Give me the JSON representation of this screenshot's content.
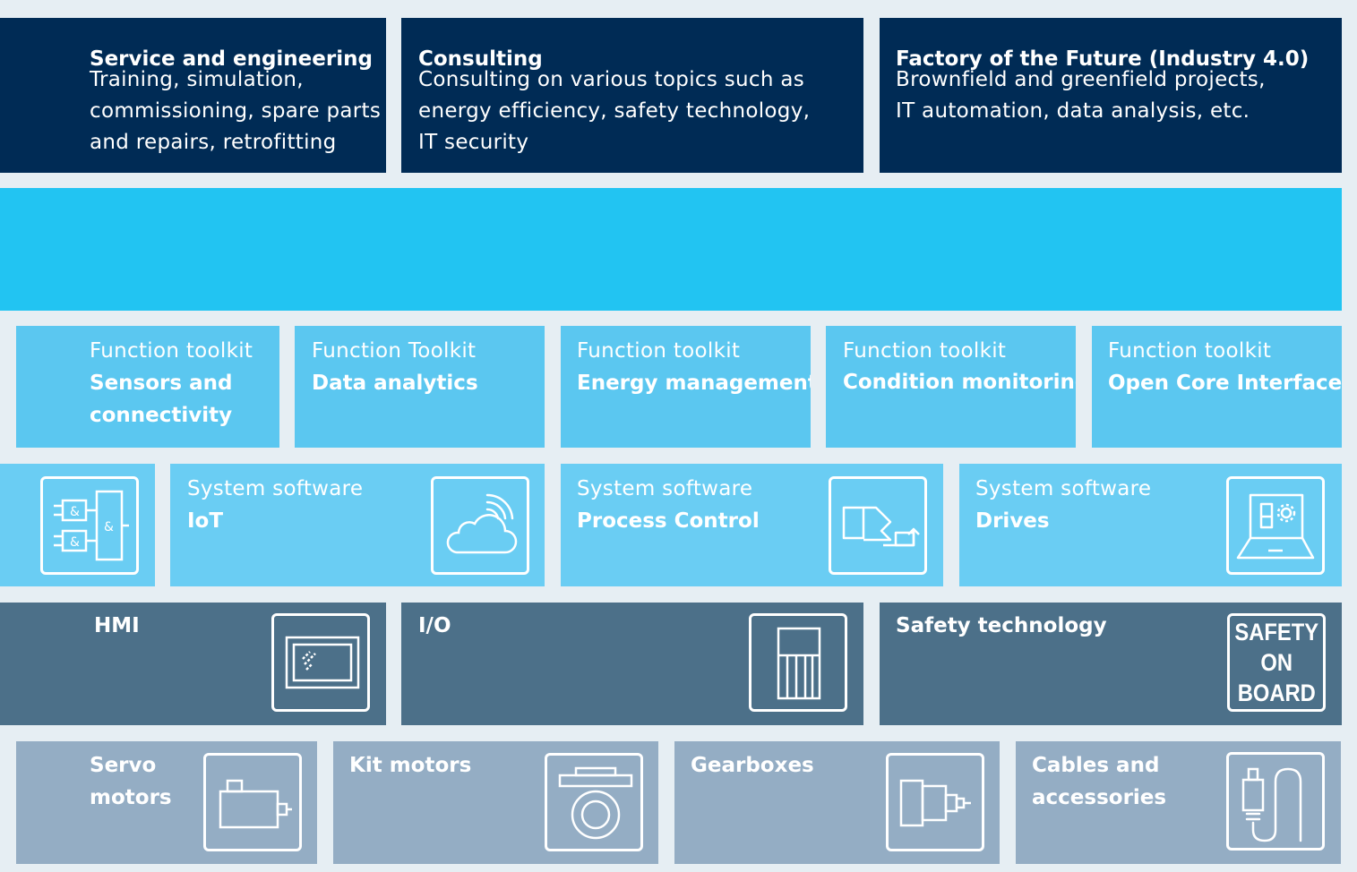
{
  "services": [
    {
      "title": "Service and engineering",
      "lines": [
        "Training, simulation,",
        "commissioning, spare parts",
        "and repairs, retrofitting"
      ]
    },
    {
      "title": "Consulting",
      "lines": [
        "Consulting on various topics such as",
        "energy efficiency, safety technology,",
        "IT security"
      ]
    },
    {
      "title": "Factory of the Future (Industry 4.0)",
      "lines": [
        "Brownfield and greenfield projects,",
        "IT automation, data analysis, etc."
      ]
    }
  ],
  "toolkits": [
    {
      "label": "Function toolkit",
      "name_lines": [
        "Sensors and",
        "connectivity"
      ]
    },
    {
      "label": "Function Toolkit",
      "name_lines": [
        "Data analytics"
      ]
    },
    {
      "label": "Function toolkit",
      "name_lines": [
        "Energy management"
      ]
    },
    {
      "label": "Function toolkit",
      "name_lines": [
        "Condition monitoring"
      ]
    },
    {
      "label": "Function toolkit",
      "name_lines": [
        "Open Core Interface"
      ]
    }
  ],
  "system_software": [
    {
      "label": "System software",
      "name": "IoT",
      "icon": "cloud-wireless-icon"
    },
    {
      "label": "System software",
      "name": "Process Control",
      "icon": "process-flow-icon"
    },
    {
      "label": "System software",
      "name": "Drives",
      "icon": "laptop-drive-icon"
    }
  ],
  "logic_icon": "logic-and-gates-icon",
  "hardware": [
    {
      "name": "HMI",
      "icon": "hmi-display-icon"
    },
    {
      "name": "I/O",
      "icon": "io-module-icon"
    },
    {
      "name": "Safety technology",
      "badge_lines": [
        "SAFETY",
        "ON",
        "BOARD"
      ]
    }
  ],
  "drives": [
    {
      "name_lines": [
        "Servo",
        "motors"
      ],
      "icon": "servo-motor-icon"
    },
    {
      "name_lines": [
        "Kit motors"
      ],
      "icon": "kit-motor-icon"
    },
    {
      "name_lines": [
        "Gearboxes"
      ],
      "icon": "gearbox-icon"
    },
    {
      "name_lines": [
        "Cables and",
        "accessories"
      ],
      "icon": "cable-connector-icon"
    }
  ],
  "colors": {
    "background": "#e6eef3",
    "services": "#002b55",
    "platform_band": "#22c4f2",
    "toolkits": "#5bc7f0",
    "system_software": "#6acdf3",
    "hardware": "#4c7089",
    "drive_components": "#94adc4"
  }
}
